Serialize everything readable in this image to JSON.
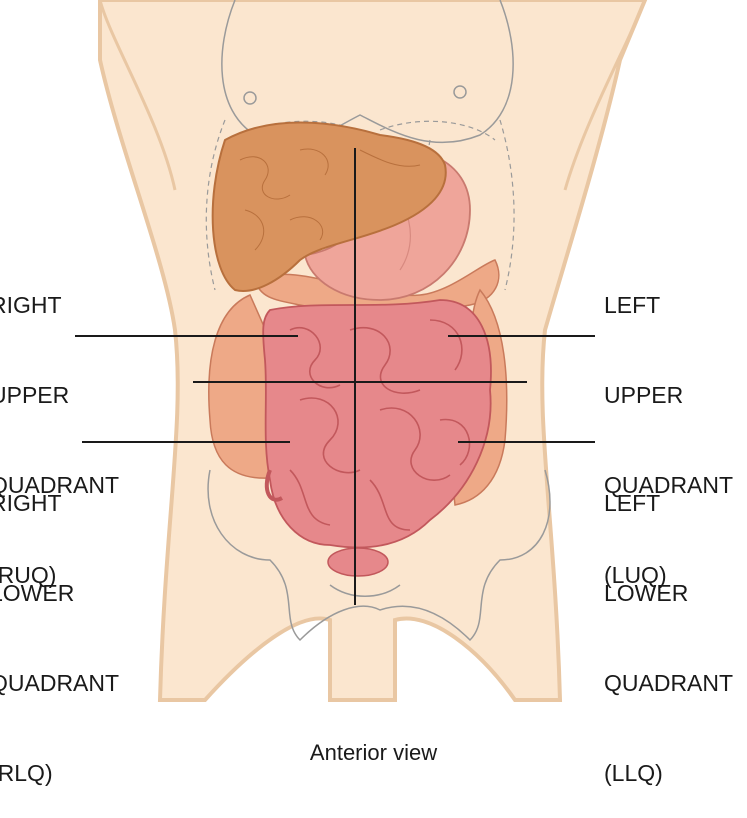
{
  "quadrants": {
    "ruq": {
      "lines": [
        "RIGHT",
        "UPPER",
        "QUADRANT",
        "(RUQ)"
      ]
    },
    "luq": {
      "lines": [
        "LEFT",
        "UPPER",
        "QUADRANT",
        "(LUQ)"
      ]
    },
    "rlq": {
      "lines": [
        "RIGHT",
        "LOWER",
        "QUADRANT",
        "(RLQ)"
      ]
    },
    "llq": {
      "lines": [
        "LEFT",
        "LOWER",
        "QUADRANT",
        "(LLQ)"
      ]
    }
  },
  "caption": "Anterior view",
  "colors": {
    "skin": "#fbe6cf",
    "skin_outline": "#e9c7a3",
    "liver": "#d9935e",
    "liver_dark": "#b8703d",
    "stomach": "#efa59a",
    "colon": "#eea987",
    "small_intestine": "#e6888b",
    "intestine_dark": "#c2585c",
    "bone_outline": "#9a9a9a",
    "leader_line": "#1a1a1a"
  }
}
